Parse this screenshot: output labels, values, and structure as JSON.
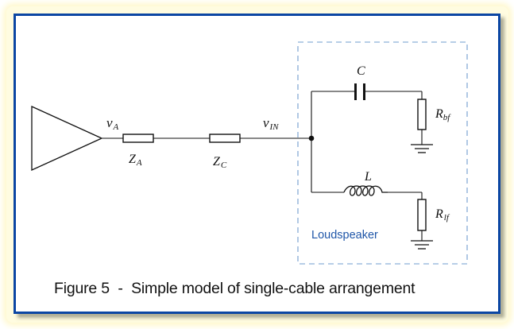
{
  "figure": {
    "caption": "Figure 5  -  Simple model of single-cable arrangement",
    "loudspeaker_label": "Loudspeaker"
  },
  "labels": {
    "v_a": {
      "main": "v",
      "sub": "A"
    },
    "v_in": {
      "main": "v",
      "sub": "IN"
    },
    "z_a": {
      "main": "Z",
      "sub": "A"
    },
    "z_c": {
      "main": "Z",
      "sub": "C"
    },
    "c": {
      "main": "C"
    },
    "l": {
      "main": "L"
    },
    "r_bf": {
      "main": "R",
      "sub": "bf"
    },
    "r_lf": {
      "main": "R",
      "sub": "lf"
    }
  },
  "colors": {
    "frame_border": "#0b46a3",
    "loudspeaker_box": "#6f9ccf",
    "loudspeaker_text": "#1f56a8",
    "wire": "#111111"
  }
}
